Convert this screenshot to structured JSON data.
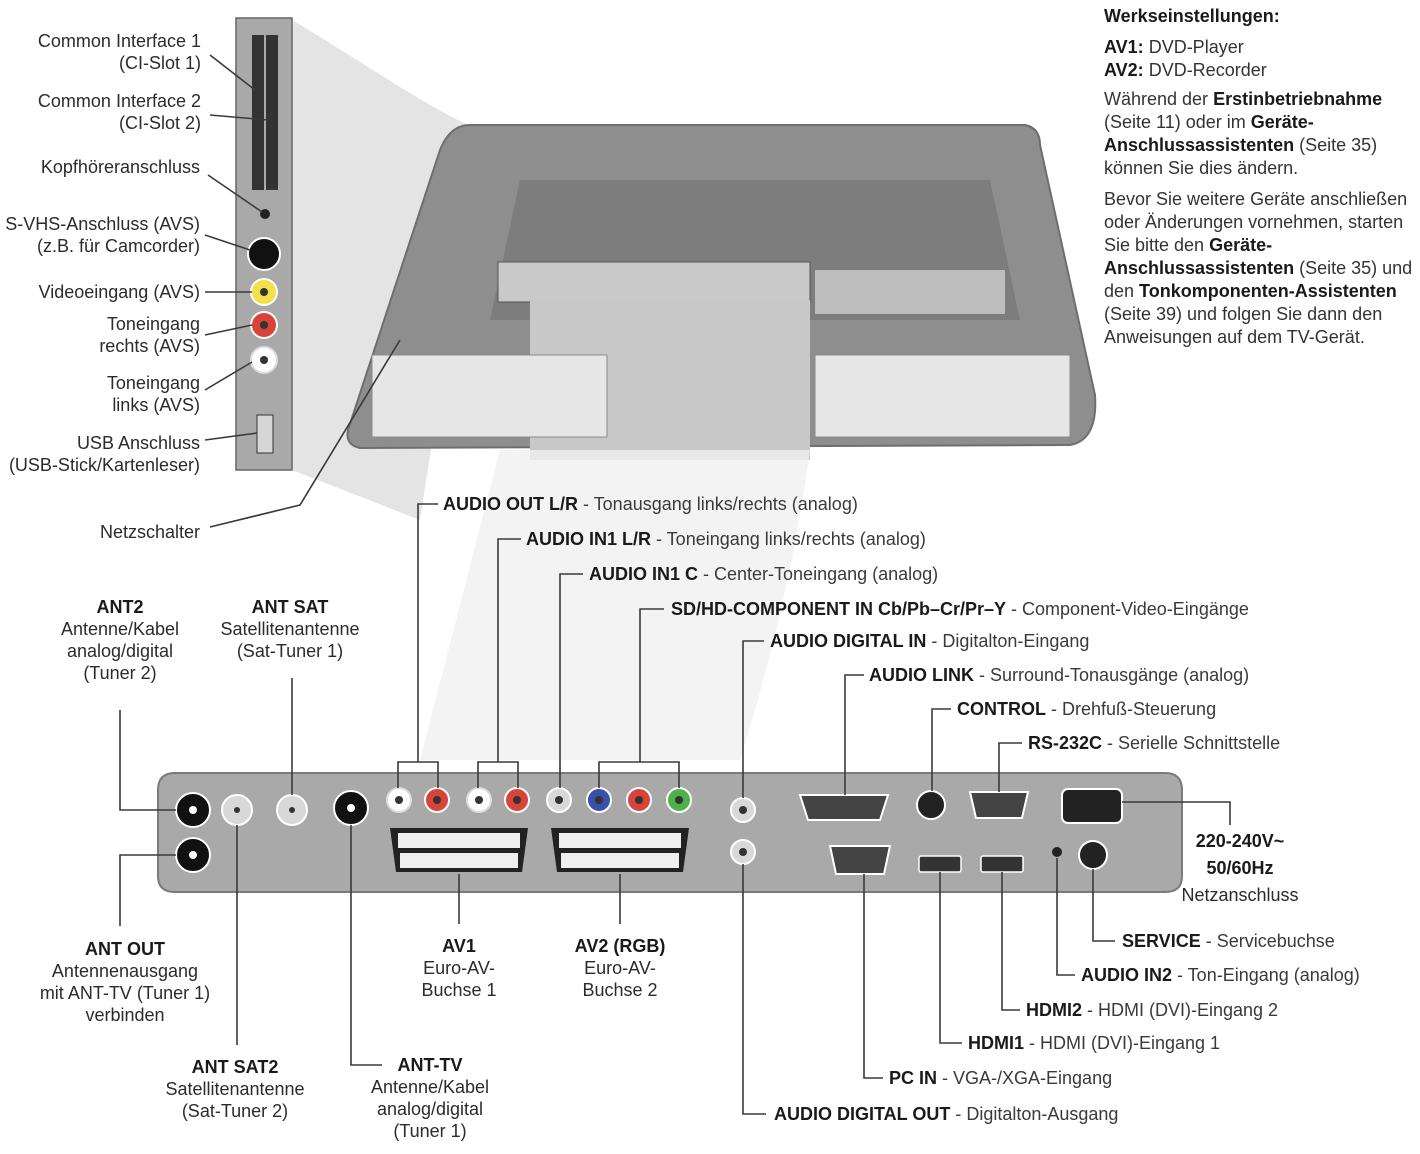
{
  "side_panel": {
    "ci1": [
      "Common Interface 1",
      "(CI-Slot 1)"
    ],
    "ci2": [
      "Common Interface 2",
      "(CI-Slot 2)"
    ],
    "headphone": [
      "Kopfhöreranschluss"
    ],
    "svhs": [
      "S-VHS-Anschluss (AVS)",
      "(z.B. für Camcorder)"
    ],
    "video_in": [
      "Videoeingang (AVS)"
    ],
    "audio_r": [
      "Toneingang",
      "rechts (AVS)"
    ],
    "audio_l": [
      "Toneingang",
      "links (AVS)"
    ],
    "usb": [
      "USB Anschluss",
      "(USB-Stick/Kartenleser)"
    ],
    "power_switch": [
      "Netzschalter"
    ]
  },
  "notes": {
    "factory_heading": "Werkseinstellungen:",
    "av1_label": "AV1:",
    "av1_value": " DVD-Player",
    "av2_label": "AV2:",
    "av2_value": " DVD-Recorder",
    "para1": [
      {
        "t": "Während der ",
        "b": false
      },
      {
        "t": "Erstinbetriebnahme",
        "b": true
      },
      {
        "t": " (Seite 11) oder im ",
        "b": false
      },
      {
        "t": "Geräte-Anschlussassistenten",
        "b": true
      },
      {
        "t": " (Seite 35) können Sie dies ändern.",
        "b": false
      }
    ],
    "para2": [
      {
        "t": "Bevor Sie weitere Geräte anschließen oder Änderungen vornehmen, starten Sie bitte den ",
        "b": false
      },
      {
        "t": "Geräte-Anschlussassistenten",
        "b": true
      },
      {
        "t": " (Seite 35) und den ",
        "b": false
      },
      {
        "t": "Tonkomponenten-Assistenten",
        "b": true
      },
      {
        "t": " (Seite 39) und folgen Sie dann den Anweisungen auf dem TV-Gerät.",
        "b": false
      }
    ]
  },
  "callouts_top": [
    {
      "key": "audio_out",
      "bold": "AUDIO OUT L/R",
      "text": " - Tonausgang links/rechts (analog)"
    },
    {
      "key": "audio_in1",
      "bold": "AUDIO IN1 L/R",
      "text": " - Toneingang links/rechts (analog)"
    },
    {
      "key": "audio_in1c",
      "bold": "AUDIO IN1 C",
      "text": " - Center-Toneingang (analog)"
    },
    {
      "key": "component",
      "bold": "SD/HD-COMPONENT IN Cb/Pb–Cr/Pr–Y",
      "text": " - Component-Video-Eingänge"
    },
    {
      "key": "digital_in",
      "bold": "AUDIO DIGITAL IN",
      "text": " - Digitalton-Eingang"
    },
    {
      "key": "audio_link",
      "bold": "AUDIO LINK",
      "text": " - Surround-Tonausgänge (analog)"
    },
    {
      "key": "control",
      "bold": "CONTROL",
      "text": " - Drehfuß-Steuerung"
    },
    {
      "key": "rs232",
      "bold": "RS-232C",
      "text": " - Serielle Schnittstelle"
    }
  ],
  "callouts_bottom": [
    {
      "key": "service",
      "bold": "SERVICE",
      "text": " - Servicebuchse"
    },
    {
      "key": "audio_in2",
      "bold": "AUDIO IN2",
      "text": " - Ton-Eingang (analog)"
    },
    {
      "key": "hdmi2",
      "bold": "HDMI2",
      "text": " - HDMI (DVI)-Eingang 2"
    },
    {
      "key": "hdmi1",
      "bold": "HDMI1",
      "text": " - HDMI (DVI)-Eingang 1"
    },
    {
      "key": "pc_in",
      "bold": "PC IN",
      "text": " - VGA-/XGA-Eingang"
    },
    {
      "key": "digital_out",
      "bold": "AUDIO DIGITAL OUT",
      "text": " - Digitalton-Ausgang"
    }
  ],
  "blocks": {
    "ant2": {
      "title": "ANT2",
      "lines": [
        "Antenne/Kabel",
        "analog/digital",
        "(Tuner 2)"
      ]
    },
    "antsat": {
      "title": "ANT SAT",
      "lines": [
        "Satellitenantenne",
        "(Sat-Tuner 1)"
      ]
    },
    "antout": {
      "title": "ANT OUT",
      "lines": [
        "Antennenausgang",
        "mit ANT-TV (Tuner 1)",
        "verbinden"
      ]
    },
    "antsat2": {
      "title": "ANT SAT2",
      "lines": [
        "Satellitenantenne",
        "(Sat-Tuner 2)"
      ]
    },
    "anttv": {
      "title": "ANT-TV",
      "lines": [
        "Antenne/Kabel",
        "analog/digital",
        "(Tuner 1)"
      ]
    },
    "av1": {
      "title": "AV1",
      "lines": [
        "Euro-AV-",
        "Buchse 1"
      ]
    },
    "av2": {
      "title": "AV2 (RGB)",
      "lines": [
        "Euro-AV-",
        "Buchse 2"
      ]
    },
    "power": {
      "title": "220-240V~",
      "title2": "50/60Hz",
      "lines": [
        "Netzanschluss"
      ]
    }
  },
  "colors": {
    "panel": "#a9a9a9",
    "panel_edge": "#7a7a7a",
    "jack_red": "#d9433b",
    "jack_yellow": "#f1e04a",
    "jack_green": "#4fb14a",
    "jack_blue": "#3a4fa8",
    "line": "#3a3a3a"
  }
}
